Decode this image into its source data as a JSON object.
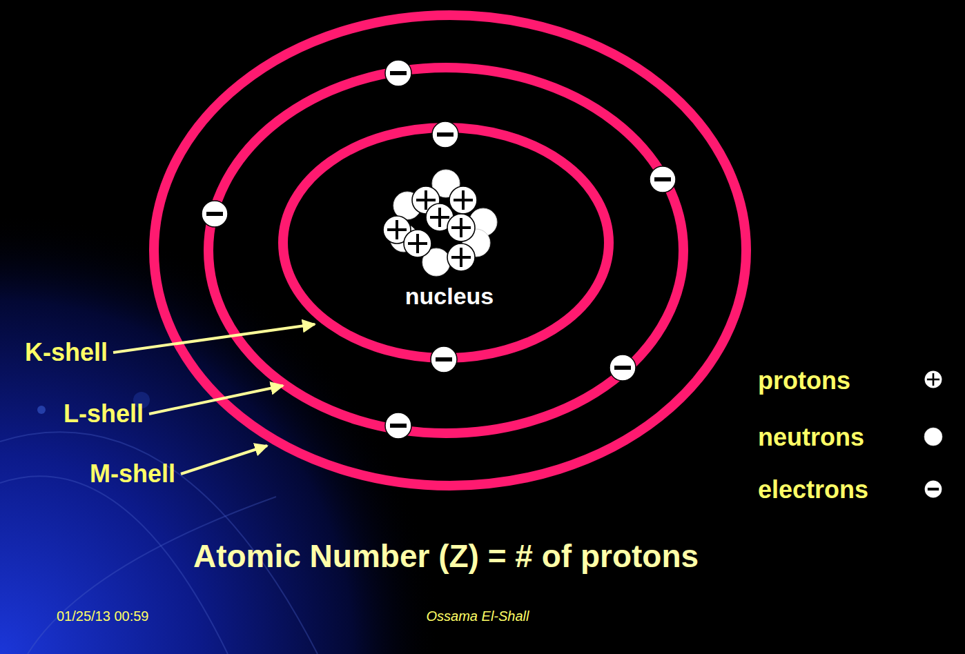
{
  "diagram": {
    "caption": "Atomic Number (Z) = # of protons",
    "labels": [
      "nucleus",
      "K-shell",
      "L-shell",
      "M-shell",
      "01/25/13 00:59",
      "Ossama El-Shall"
    ],
    "legend": [
      {
        "text": "protons"
      },
      {
        "text": "neutrons"
      },
      {
        "text": "electrons"
      }
    ]
  }
}
